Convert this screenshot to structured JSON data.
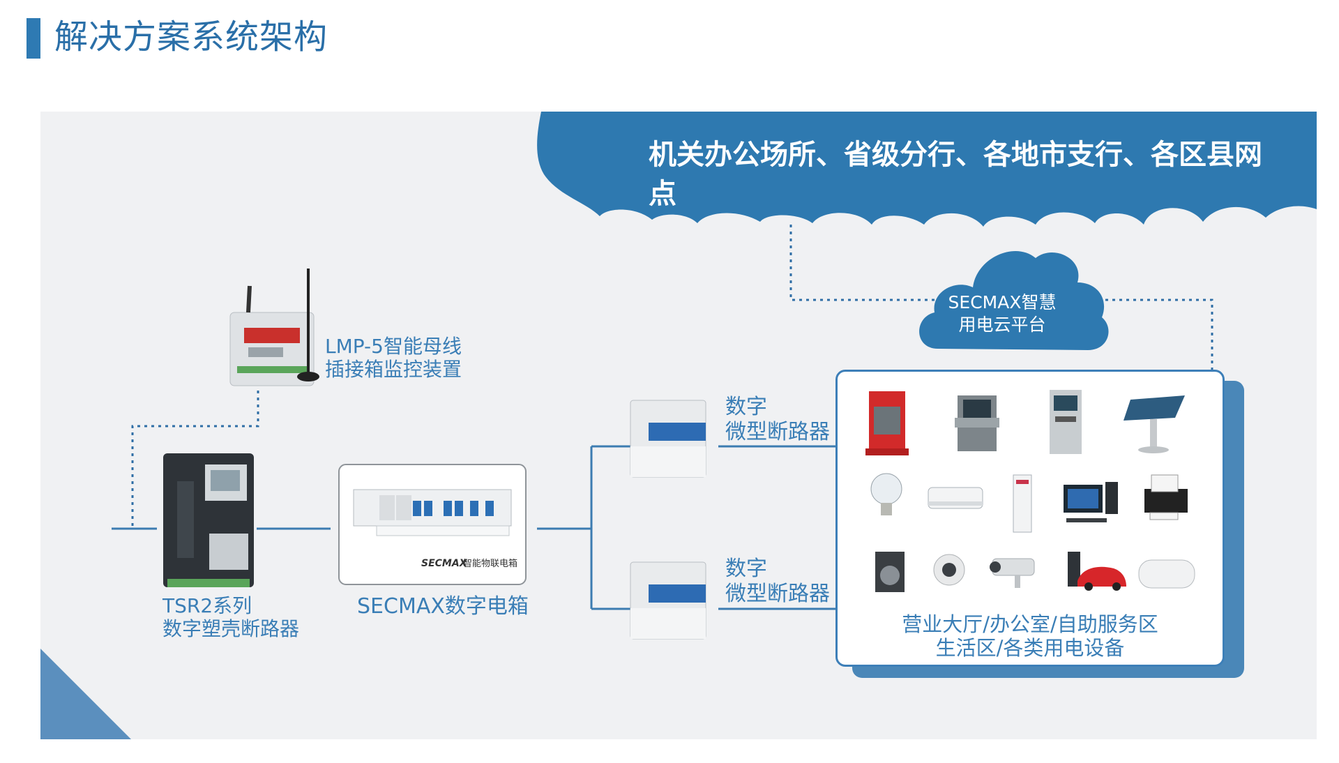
{
  "title": "解决方案系统架构",
  "banner": "机关办公场所、省级分行、各地市支行、各区县网点",
  "cloud": {
    "line1": "SECMAX智慧",
    "line2": "用电云平台"
  },
  "lmp": {
    "line1": "LMP-5智能母线",
    "line2": "插接箱监控装置"
  },
  "tsr": {
    "line1": "TSR2系列",
    "line2": "数字塑壳断路器"
  },
  "box": {
    "label": "SECMAX数字电箱",
    "brand": "SECMAX",
    "brand_sub": "智能物联电箱"
  },
  "mcb_top": {
    "line1": "数字",
    "line2": "微型断路器"
  },
  "mcb_bottom": {
    "line1": "数字",
    "line2": "微型断路器"
  },
  "devices": {
    "caption1": "营业大厅/办公室/自助服务区",
    "caption2": "生活区/各类用电设备",
    "icons": [
      "atm-red-icon",
      "atm-kiosk-icon",
      "atm-tower-icon",
      "touch-screen-kiosk-icon",
      "light-bulb-icon",
      "air-conditioner-icon",
      "standing-ac-icon",
      "desktop-computer-icon",
      "printer-icon",
      "washing-machine-icon",
      "security-camera-dome-icon",
      "cctv-camera-icon",
      "ev-charger-car-icon",
      "water-heater-icon"
    ]
  },
  "colors": {
    "accent": "#2e7ab3",
    "line": "#3c7cb1",
    "panel": "#f0f1f3",
    "text": "#3a7eb6"
  }
}
